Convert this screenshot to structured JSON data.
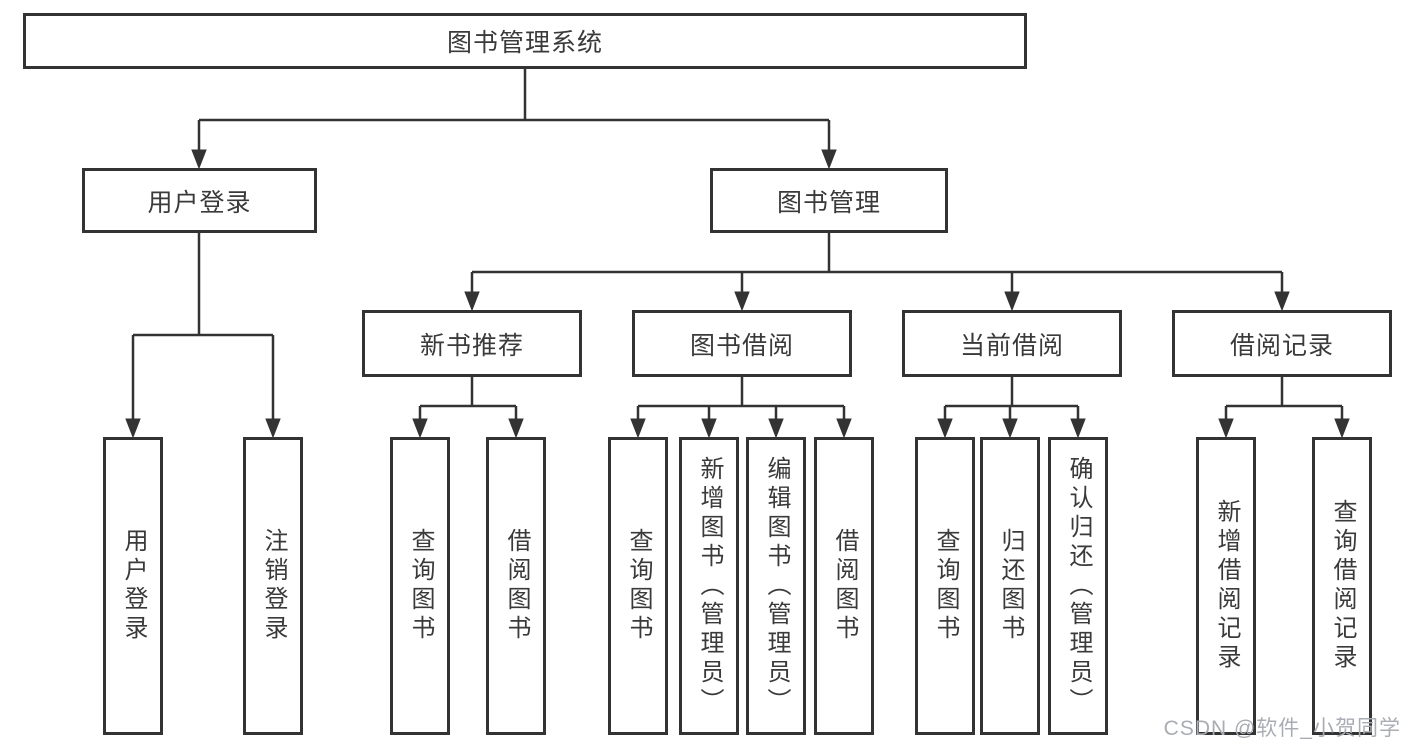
{
  "nodes": {
    "root": "图书管理系统",
    "level2": [
      "用户登录",
      "图书管理"
    ],
    "level3": [
      "新书推荐",
      "图书借阅",
      "当前借阅",
      "借阅记录"
    ],
    "leaves": {
      "user_login": [
        "用户登录",
        "注销登录"
      ],
      "new_book_recommend": [
        "查询图书",
        "借阅图书"
      ],
      "book_borrowing": [
        "查询图书",
        "新增图书（管理员）",
        "编辑图书（管理员）",
        "借阅图书"
      ],
      "current_borrowing": [
        "查询图书",
        "归还图书",
        "确认归还（管理员）"
      ],
      "borrowing_records": [
        "新增借阅记录",
        "查询借阅记录"
      ]
    }
  },
  "watermark": "CSDN @软件_小贺同学",
  "colors": {
    "line": "#333333",
    "box_border": "#333333",
    "box_background": "#ffffff",
    "text": "#3a3a3a",
    "watermark": "#a9adb3",
    "page_background": "#ffffff"
  }
}
